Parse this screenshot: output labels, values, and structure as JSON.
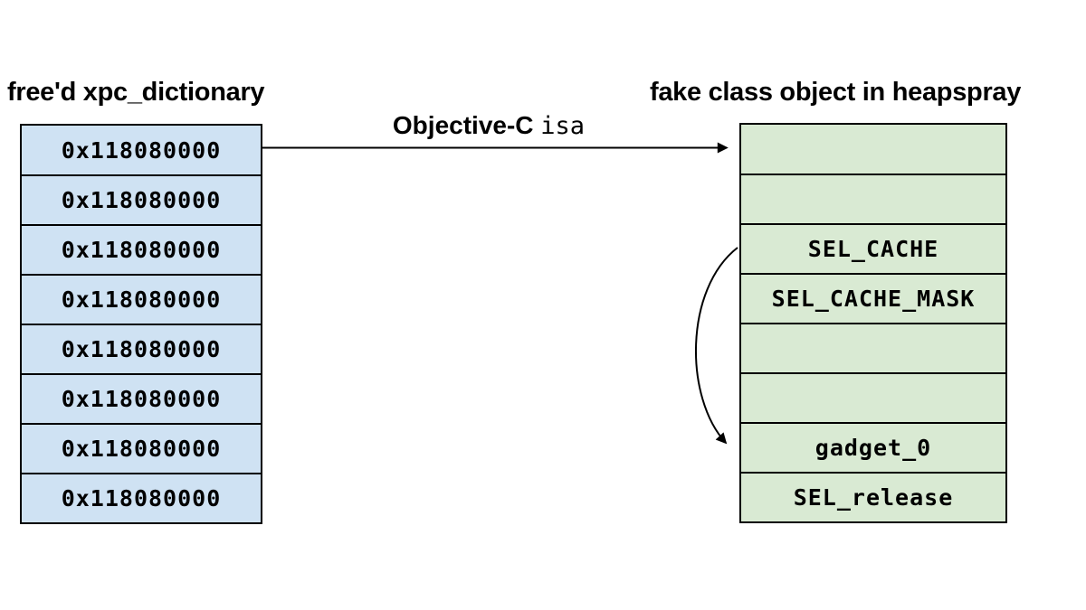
{
  "left_panel": {
    "title": "free'd xpc_dictionary",
    "fill": "#cfe2f3",
    "rows": [
      "0x118080000",
      "0x118080000",
      "0x118080000",
      "0x118080000",
      "0x118080000",
      "0x118080000",
      "0x118080000",
      "0x118080000"
    ]
  },
  "right_panel": {
    "title": "fake class object in heapspray",
    "fill": "#d9ead3",
    "rows": [
      "",
      "",
      "SEL_CACHE",
      "SEL_CACHE_MASK",
      "",
      "",
      "gadget_0",
      "SEL_release"
    ]
  },
  "isa_arrow": {
    "label_bold": "Objective-C",
    "label_mono": "isa"
  },
  "colors": {
    "border": "#000000",
    "arrow": "#000000",
    "background": "#ffffff"
  }
}
